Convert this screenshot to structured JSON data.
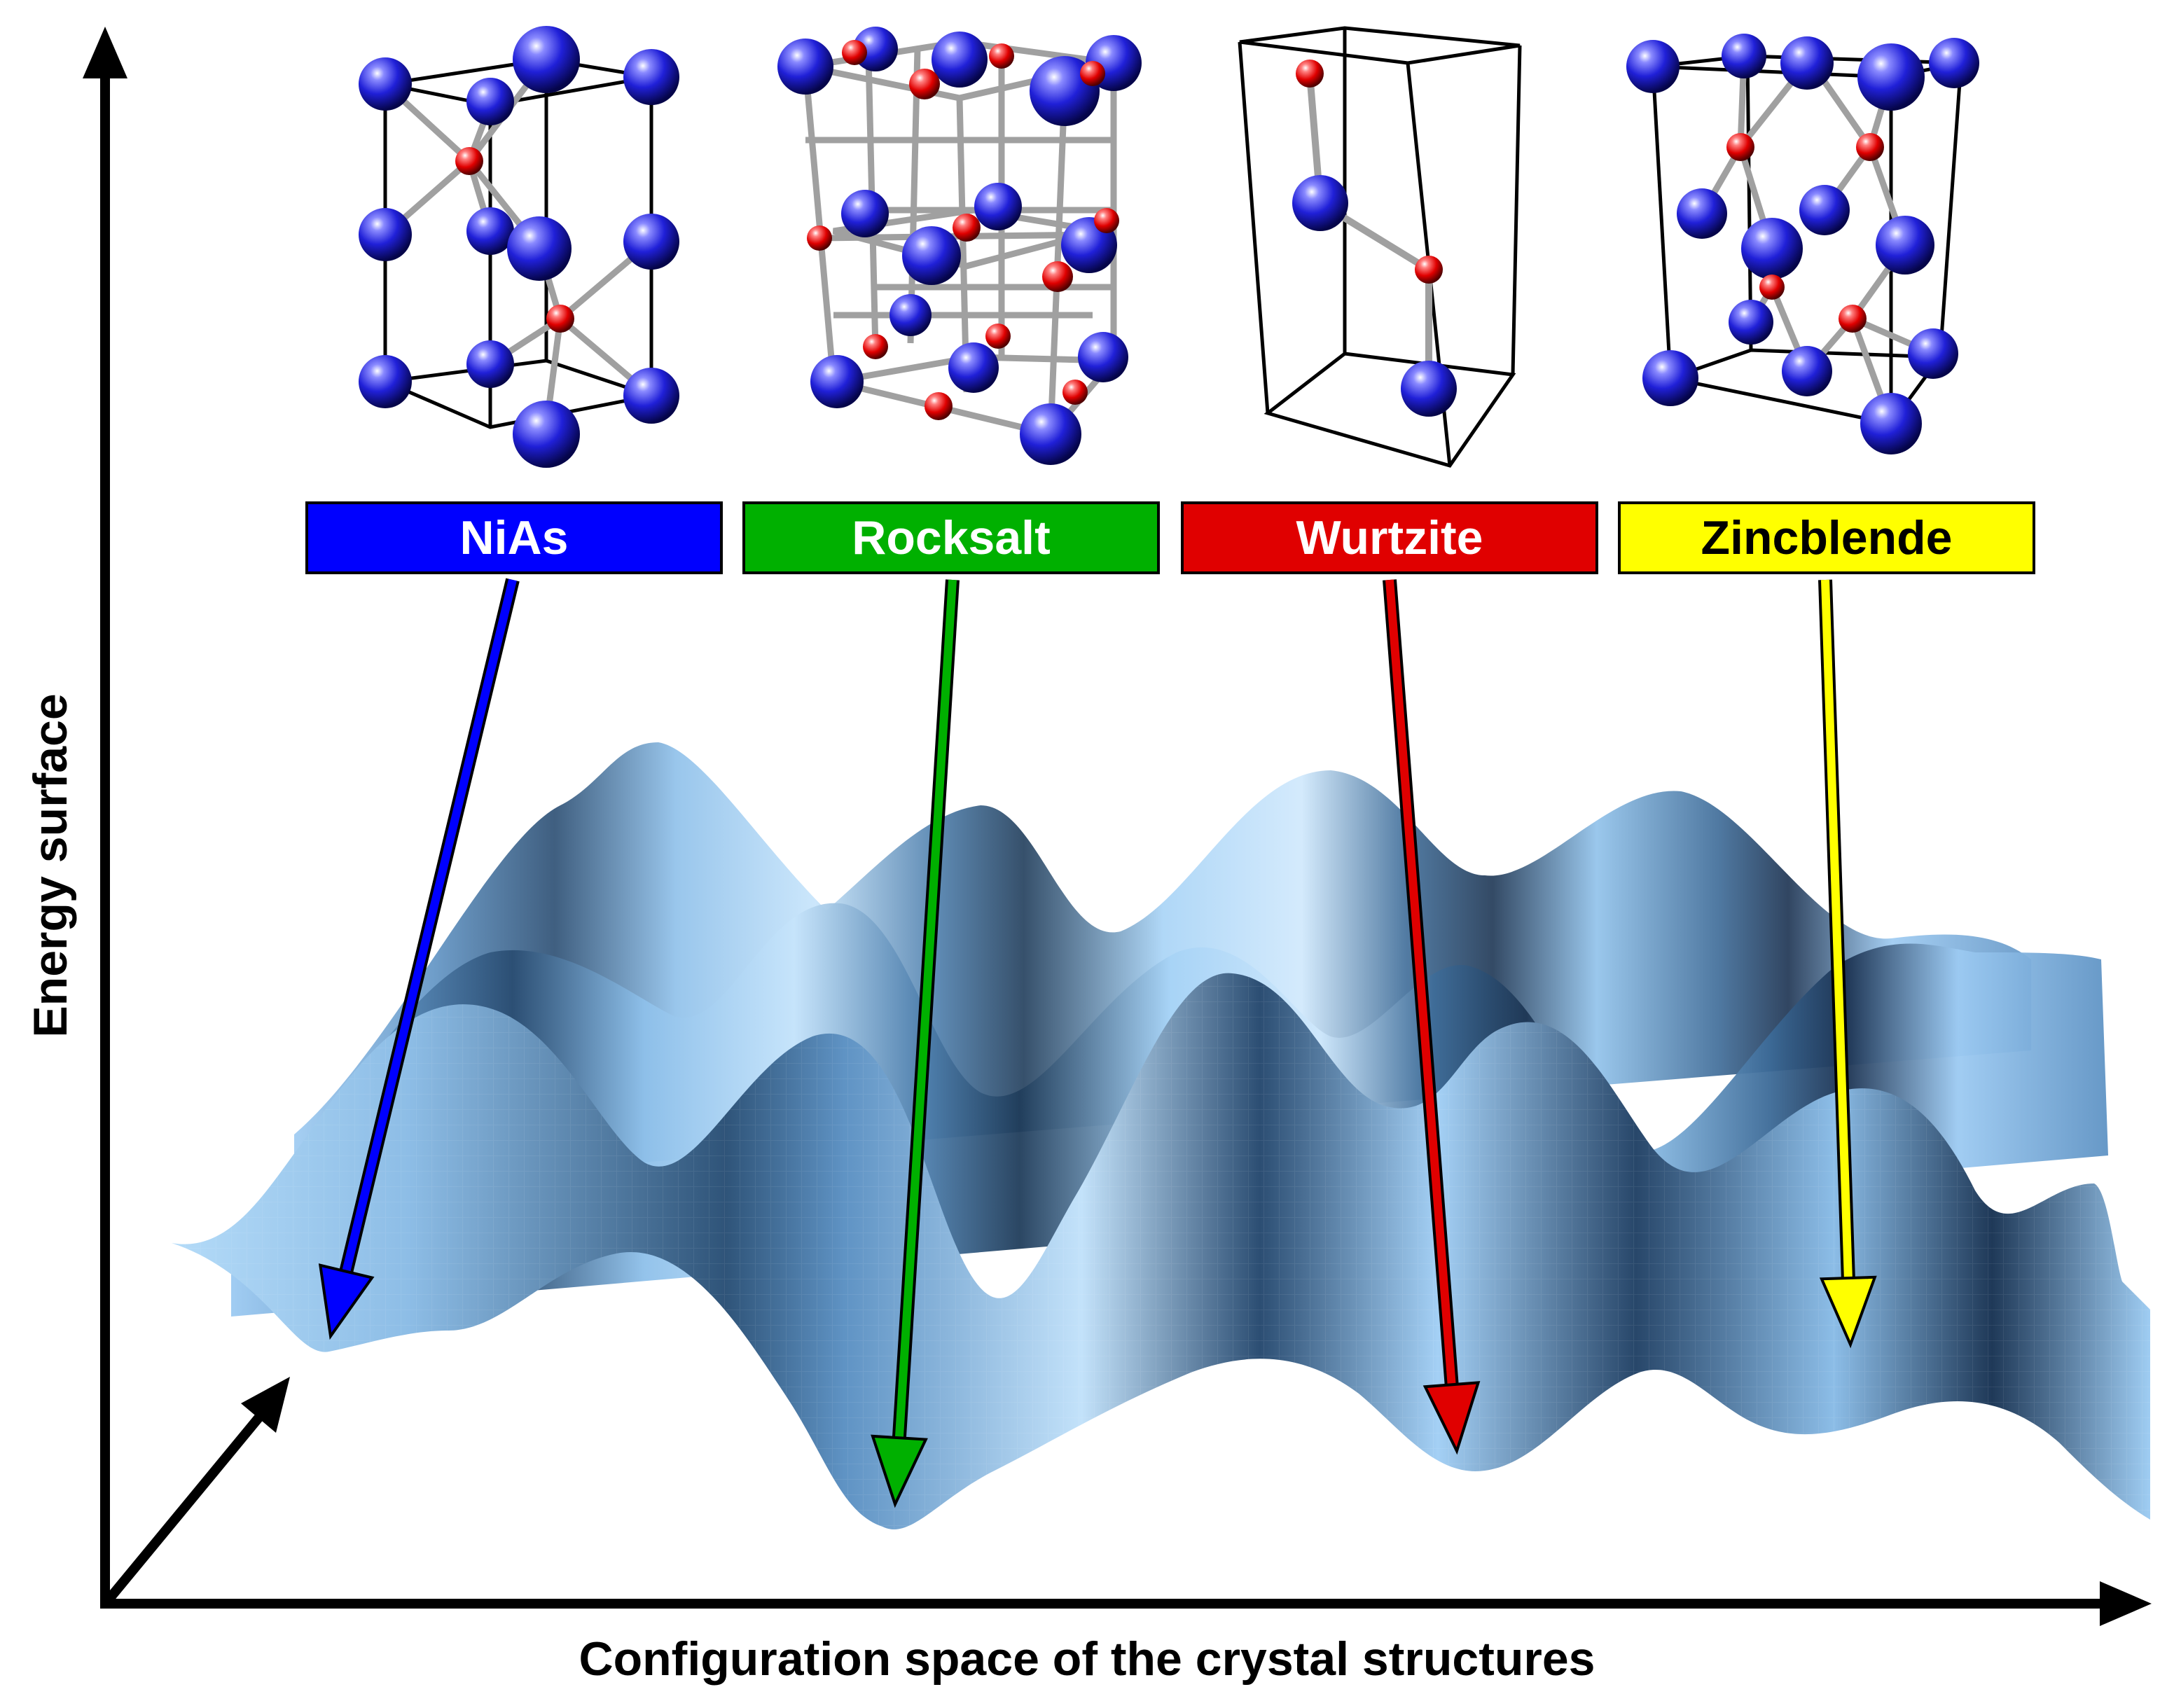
{
  "axes": {
    "x_label": "Configuration space of the crystal structures",
    "y_label": "Energy surface"
  },
  "structures": [
    {
      "name": "NiAs",
      "box_color": "#0000ff",
      "text_color": "#ffffff",
      "arrow_color": "#0000ff"
    },
    {
      "name": "Rocksalt",
      "box_color": "#00b000",
      "text_color": "#ffffff",
      "arrow_color": "#00b000"
    },
    {
      "name": "Wurtzite",
      "box_color": "#e00000",
      "text_color": "#ffffff",
      "arrow_color": "#e00000"
    },
    {
      "name": "Zincblende",
      "box_color": "#ffff00",
      "text_color": "#000000",
      "arrow_color": "#ffff00"
    }
  ],
  "colors": {
    "surface_light": "#a9d3f5",
    "surface_mid": "#6ea3d2",
    "surface_dark": "#21405f",
    "atom_large": "#2a2ae0",
    "atom_small": "#e01010",
    "bond": "#a0a0a0",
    "cell_edge": "#000000"
  }
}
